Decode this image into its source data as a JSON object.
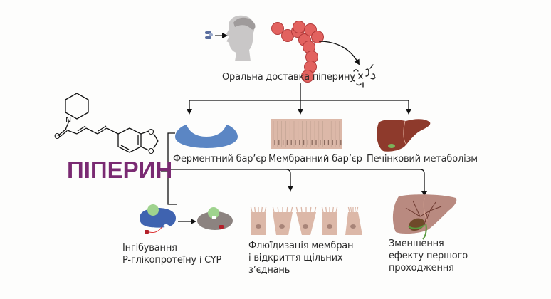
{
  "diagram": {
    "title": "ПІПЕРИН",
    "oral_delivery_label": "Оральна доставка піперину",
    "barriers": [
      {
        "id": "enzyme",
        "label": "Ферментний бар’єр"
      },
      {
        "id": "membrane",
        "label": "Мембранний бар’єр"
      },
      {
        "id": "liver",
        "label": "Печінковий метаболізм"
      }
    ],
    "mechanisms": [
      {
        "id": "pgp",
        "lines": [
          "Інгібування",
          "P-глікопротеїну і CYP"
        ]
      },
      {
        "id": "fluid",
        "lines": [
          "Флюїдизація мембран",
          "і відкриття щільних",
          "з’єднань"
        ]
      },
      {
        "id": "firstpass",
        "lines": [
          "Зменшення",
          "ефекту першого",
          "проходження"
        ]
      }
    ],
    "colors": {
      "title": "#7a2a72",
      "enzyme": "#5b86c4",
      "liver": "#8e3a2c",
      "liver_light": "#b98a80",
      "beads": "#e2625f",
      "membrane": "#dcb8a8",
      "ligand": "#9fd38e",
      "inhibitor": "#b3202a"
    }
  }
}
